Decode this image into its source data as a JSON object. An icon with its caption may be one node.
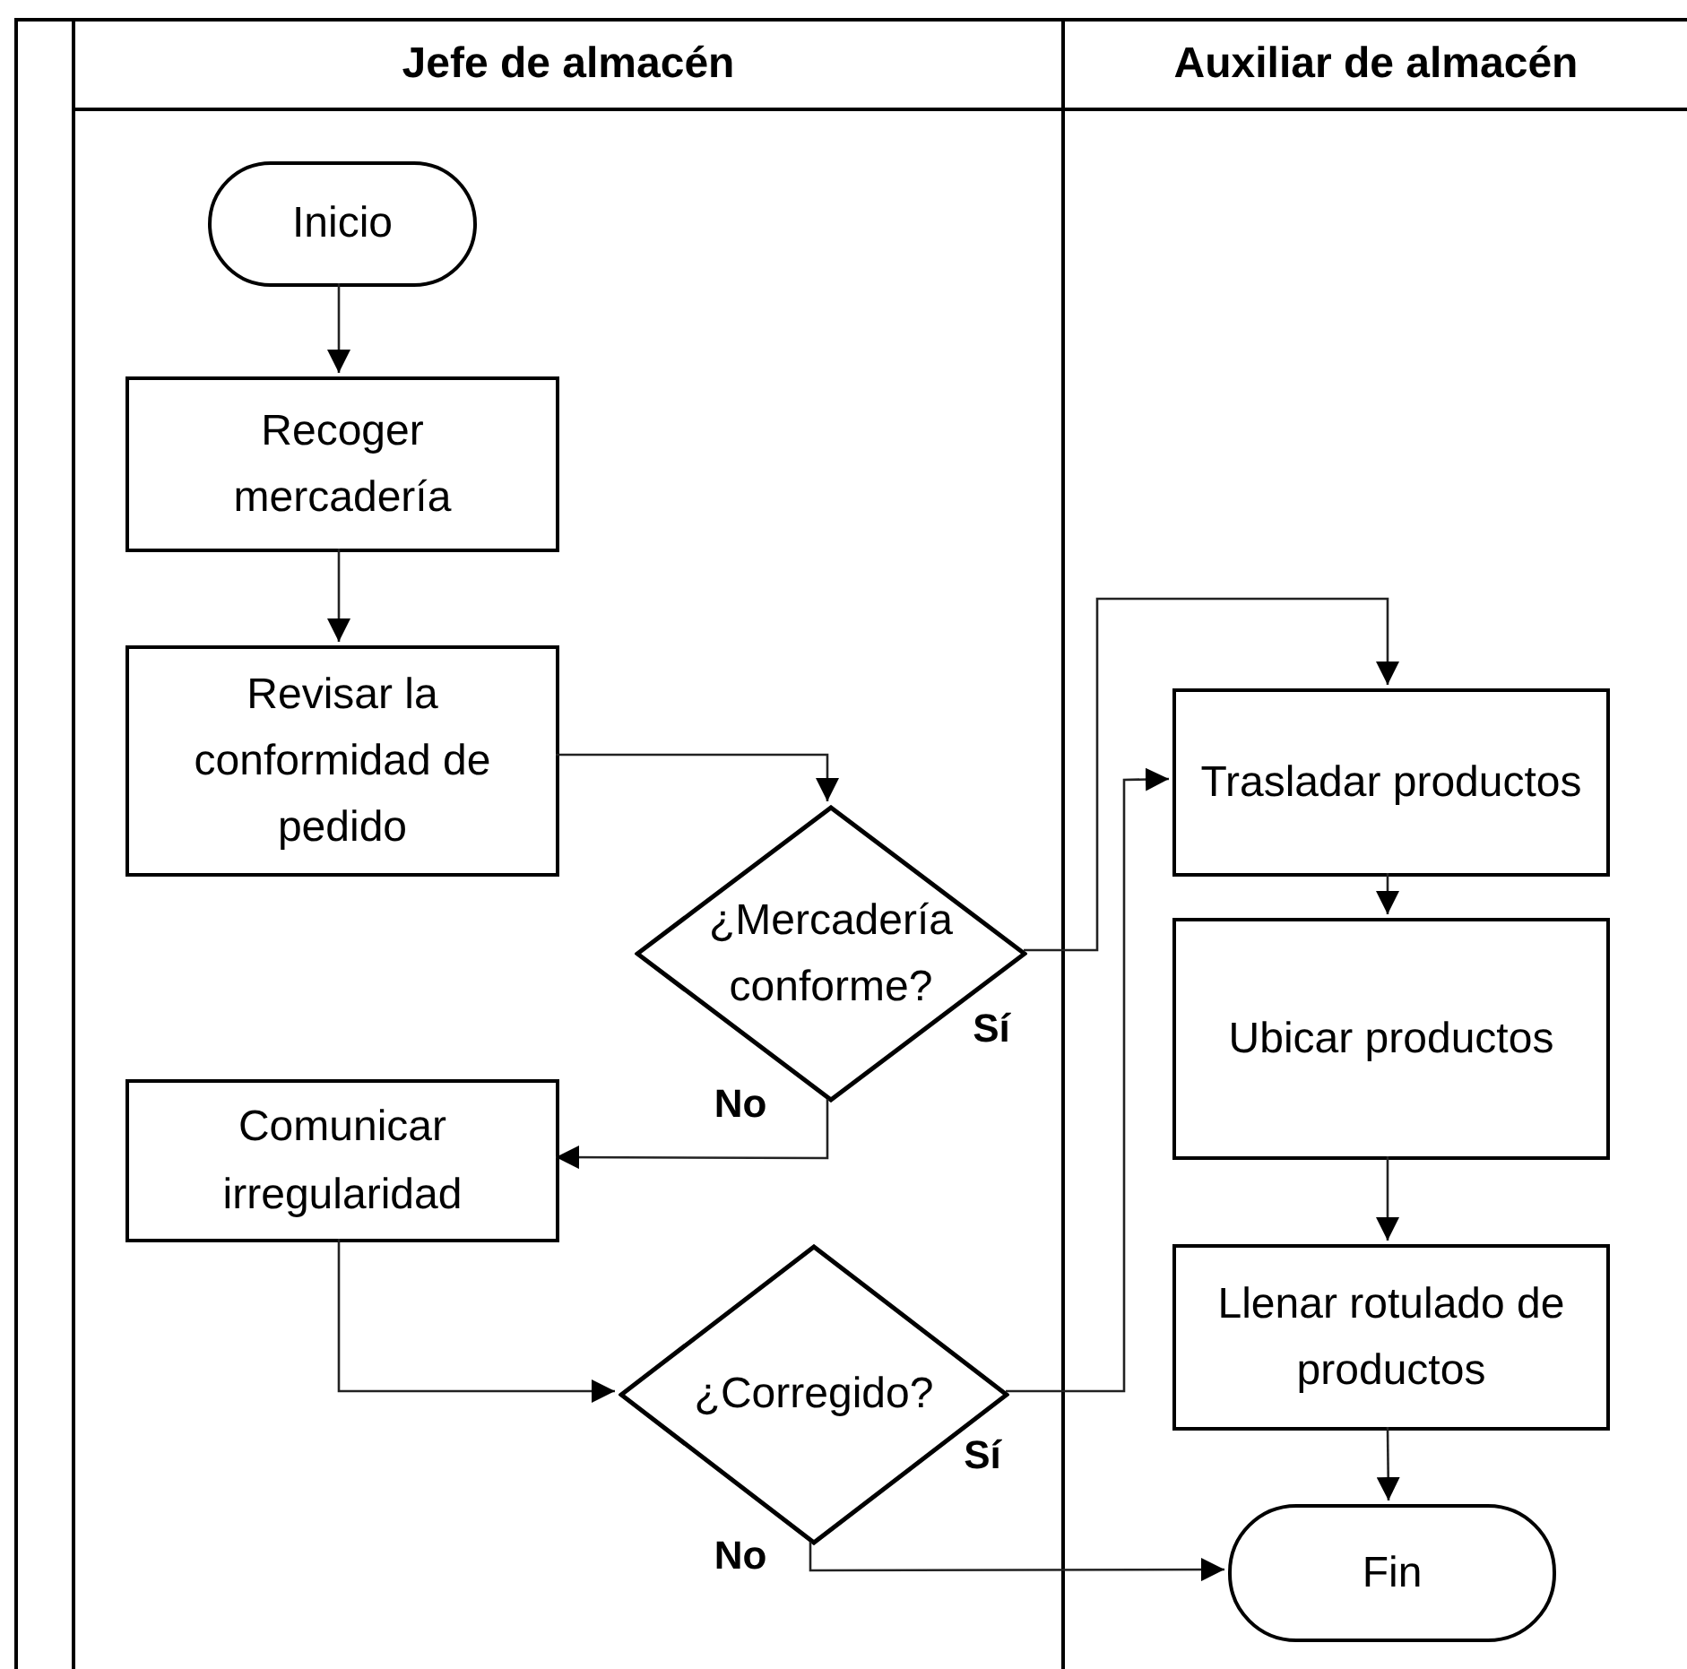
{
  "diagram": {
    "nodes": [
      {
        "text": [
          "Jefe de almacén"
        ]
      },
      {
        "text": [
          "Auxiliar de almacén"
        ]
      },
      {
        "text": [
          "Inicio"
        ],
        "in": 0
      },
      {
        "text": [
          "Recoger mercadería"
        ],
        "in": 0
      },
      {
        "text": [
          "Revisar la conformidad de pedido"
        ],
        "in": 0
      },
      {
        "text": [
          "¿Mercadería conforme?"
        ],
        "in": 0
      },
      {
        "text": [
          "Comunicar irregularidad"
        ],
        "in": 0
      },
      {
        "text": [
          "¿Corregido?"
        ],
        "in": 0
      },
      {
        "text": [
          "Trasladar productos"
        ],
        "in": 1
      },
      {
        "text": [
          "Ubicar productos"
        ],
        "in": 1
      },
      {
        "text": [
          "Llenar rotulado de productos"
        ],
        "in": 1
      },
      {
        "text": [
          "Fin"
        ],
        "in": 1
      }
    ],
    "edges": [
      {
        "from": 2,
        "to": 3,
        "arrow": "to"
      },
      {
        "from": 3,
        "to": 4,
        "arrow": "to"
      },
      {
        "from": 4,
        "to": 5,
        "arrow": "to"
      },
      {
        "from": 5,
        "to": 8,
        "arrow": "to",
        "label": "Sí"
      },
      {
        "from": 5,
        "to": 6,
        "arrow": "to",
        "label": "No"
      },
      {
        "from": 6,
        "to": 7,
        "arrow": "to"
      },
      {
        "from": 7,
        "to": 8,
        "arrow": "to",
        "label": "Sí"
      },
      {
        "from": 7,
        "to": 11,
        "arrow": "to",
        "label": "No"
      },
      {
        "from": 8,
        "to": 9,
        "arrow": "to"
      },
      {
        "from": 9,
        "to": 10,
        "arrow": "to"
      },
      {
        "from": 10,
        "to": 11,
        "arrow": "to"
      }
    ]
  }
}
